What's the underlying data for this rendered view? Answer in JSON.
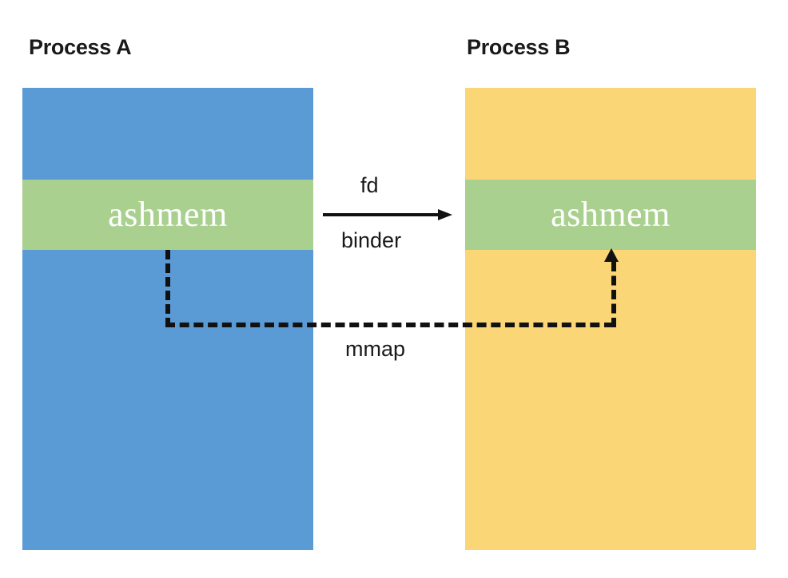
{
  "diagram": {
    "title_left": "Process A",
    "title_right": "Process B",
    "left_process": {
      "name": "Process A",
      "memory_color": "#5b9bd5",
      "shared_region_label": "ashmem",
      "shared_region_color": "#a9d08e"
    },
    "right_process": {
      "name": "Process B",
      "memory_color": "#fbd677",
      "shared_region_label": "ashmem",
      "shared_region_color": "#a9d08e"
    },
    "connections": [
      {
        "id": "fd-transfer",
        "style": "solid-arrow",
        "direction": "left-to-right",
        "label_above": "fd",
        "label_below": "binder",
        "color": "#111111"
      },
      {
        "id": "mmap-path",
        "style": "dashed-arrow",
        "direction": "left-to-right-then-up",
        "label": "mmap",
        "color": "#111111"
      }
    ],
    "labels": {
      "fd": "fd",
      "binder": "binder",
      "mmap": "mmap"
    },
    "background": "#ffffff"
  }
}
